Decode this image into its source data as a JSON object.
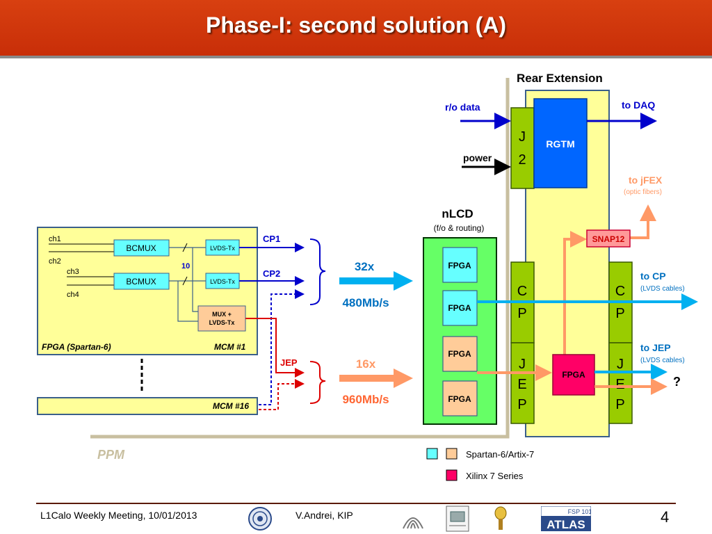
{
  "slide": {
    "title": "Phase-I: second solution (A)"
  },
  "diagram": {
    "rear_extension_label": "Rear Extension",
    "ro_data_label": "r/o data",
    "power_label": "power",
    "to_daq_label": "to DAQ",
    "j2_label": [
      "J",
      "2"
    ],
    "rgtm_label": "RGTM",
    "to_jfex_label": "to jFEX",
    "optic_fibers_label": "(optic fibers)",
    "snap12_label": "SNAP12",
    "to_cp_label": "to CP",
    "to_cp_cables": "(LVDS cables)",
    "to_jep_label": "to JEP",
    "to_jep_cables": "(LVDS cables)",
    "question_mark": "?",
    "cp_conn_letters": [
      "C",
      "P"
    ],
    "jep_conn_letters": [
      "J",
      "E",
      "P"
    ],
    "rear_fpga_label": "FPGA",
    "nlcd_title": "nLCD",
    "nlcd_sub": "(f/o & routing)",
    "nlcd_fpgas": [
      "FPGA",
      "FPGA",
      "FPGA",
      "FPGA"
    ],
    "cp_count": "32x",
    "cp_rate": "480Mb/s",
    "jep_count": "16x",
    "jep_rate": "960Mb/s",
    "cp1_label": "CP1",
    "cp2_label": "CP2",
    "jep_label": "JEP",
    "mcm1": {
      "channels": [
        "ch1",
        "ch2",
        "ch3",
        "ch4"
      ],
      "bcmux_labels": [
        "BCMUX",
        "BCMUX"
      ],
      "lvds_labels": [
        "LVDS-Tx",
        "LVDS-Tx"
      ],
      "mux_label_1": "MUX +",
      "mux_label_2": "LVDS-Tx",
      "bus_width": "10",
      "fpga_label": "FPGA (Spartan-6)",
      "name": "MCM #1"
    },
    "mcm16_name": "MCM #16",
    "ppm_label": "PPM",
    "legend": [
      {
        "label": "Spartan-6/Artix-7"
      },
      {
        "label": "Xilinx 7 Series"
      }
    ]
  },
  "footer": {
    "meeting": "L1Calo Weekly Meeting, 10/01/2013",
    "author": "V.Andrei, KIP",
    "page": "4",
    "atlas_logo_top": "FSP 101",
    "atlas_logo_text": "ATLAS"
  },
  "colors": {
    "header_bg": "#c8320a",
    "board_yellow": "#ffff99",
    "nlcd_green": "#66ff66",
    "connector_green": "#99cc00",
    "fpga_cyan": "#66ffff",
    "fpga_peach": "#ffcc99",
    "fpga_pink": "#ff0066",
    "rgtm_blue": "#0066ff",
    "arrow_blue": "#0000cc",
    "arrow_cyan": "#00b0f0",
    "arrow_orange": "#ff9966",
    "ppm_tan": "#c8bfa0"
  }
}
